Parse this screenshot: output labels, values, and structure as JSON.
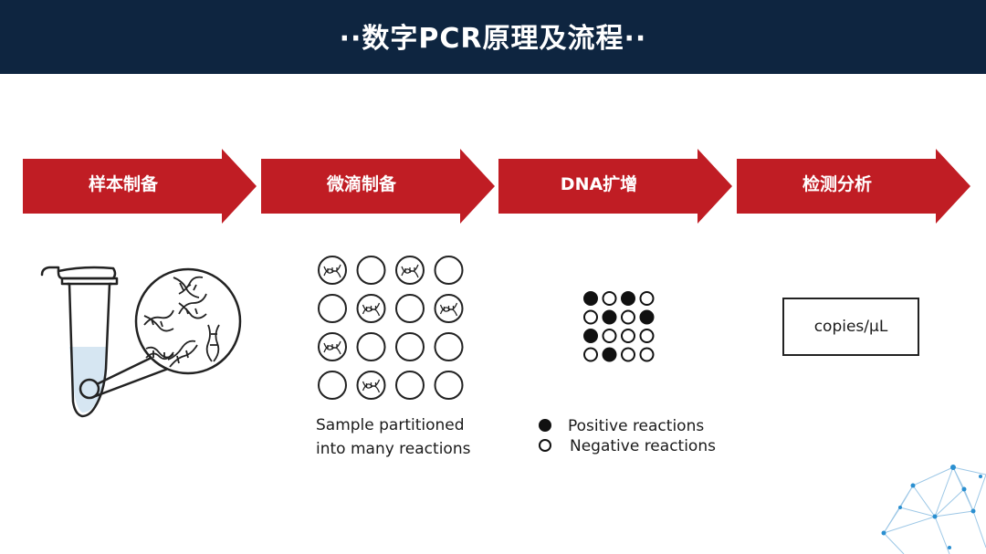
{
  "header": {
    "title": "··数字PCR原理及流程··"
  },
  "steps": [
    {
      "label": "样本制备"
    },
    {
      "label": "微滴制备"
    },
    {
      "label": "DNA扩增"
    },
    {
      "label": "检测分析"
    }
  ],
  "partition": {
    "caption_line1": "Sample partitioned",
    "caption_line2": "into many reactions",
    "grid_rows": 4,
    "grid_cols": 4,
    "dna_cells": [
      [
        0,
        0
      ],
      [
        0,
        2
      ],
      [
        1,
        1
      ],
      [
        1,
        3
      ],
      [
        2,
        0
      ],
      [
        3,
        1
      ]
    ]
  },
  "amplification": {
    "grid": [
      [
        1,
        0,
        1,
        0
      ],
      [
        0,
        1,
        0,
        1
      ],
      [
        1,
        0,
        0,
        0
      ],
      [
        0,
        1,
        0,
        0
      ]
    ],
    "legend_positive": "Positive reactions",
    "legend_negative": "Negative reactions"
  },
  "analysis": {
    "result_unit": "copies/μL"
  },
  "colors": {
    "header_bg": "#0e2540",
    "arrow_red": "#c01d24",
    "tube_liquid": "#d6e6f2",
    "network_blue": "#2a8fd0"
  }
}
